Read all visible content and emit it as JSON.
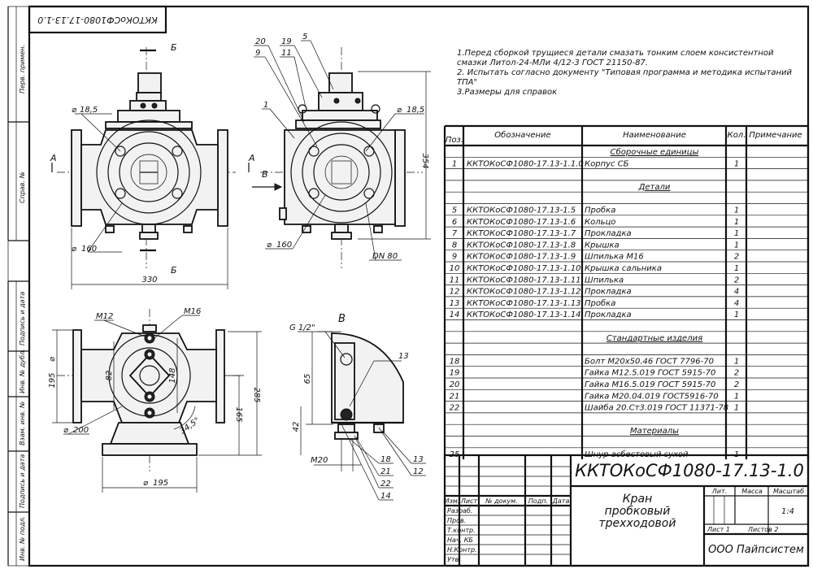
{
  "stamp_top": "ККТОКоСФ1080-17.13-1.0",
  "margin_labels": [
    "Перв. примен.",
    "Справ. №",
    "Подпись и дата",
    "Инв. № дубл.",
    "Взам. инв. №",
    "Подпись и дата",
    "Инв. № подл."
  ],
  "notes": [
    "1.Перед сборкой трущиеся детали смазать тонким слоем консистентной",
    "смазки Литол-24-МЛи 4/12-3 ГОСТ 21150-87.",
    "2. Испытать согласно документу \"Типовая программа и методика испытаний",
    "ТПА\"",
    "3.Размеры для справок"
  ],
  "table": {
    "headers": {
      "pos": "Поз.",
      "designation": "Обозначение",
      "name": "Наименование",
      "qty": "Кол.",
      "note": "Примечание"
    },
    "rows": [
      {
        "kind": "section",
        "name": "Сборочные единицы"
      },
      {
        "kind": "item",
        "pos": "1",
        "designation": "ККТОКоСФ1080-17.13-1.1.0",
        "name": "Корпус СБ",
        "qty": "1"
      },
      {
        "kind": "blank"
      },
      {
        "kind": "section",
        "name": "Детали"
      },
      {
        "kind": "blank"
      },
      {
        "kind": "item",
        "pos": "5",
        "designation": "ККТОКоСФ1080-17.13-1.5",
        "name": "Пробка",
        "qty": "1"
      },
      {
        "kind": "item",
        "pos": "6",
        "designation": "ККТОКоСФ1080-17.13-1.6",
        "name": "Кольцо",
        "qty": "1"
      },
      {
        "kind": "item",
        "pos": "7",
        "designation": "ККТОКоСФ1080-17.13-1.7",
        "name": "Прокладка",
        "qty": "1"
      },
      {
        "kind": "item",
        "pos": "8",
        "designation": "ККТОКоСФ1080-17.13-1.8",
        "name": "Крышка",
        "qty": "1"
      },
      {
        "kind": "item",
        "pos": "9",
        "designation": "ККТОКоСФ1080-17.13-1.9",
        "name": "Шпилька М16",
        "qty": "2"
      },
      {
        "kind": "item",
        "pos": "10",
        "designation": "ККТОКоСФ1080-17.13-1.10",
        "name": "Крышка сальника",
        "qty": "1"
      },
      {
        "kind": "item",
        "pos": "11",
        "designation": "ККТОКоСФ1080-17.13-1.11",
        "name": "Шпилька",
        "qty": "2"
      },
      {
        "kind": "item",
        "pos": "12",
        "designation": "ККТОКоСФ1080-17.13-1.12",
        "name": "Прокладка",
        "qty": "4"
      },
      {
        "kind": "item",
        "pos": "13",
        "designation": "ККТОКоСФ1080-17.13-1.13",
        "name": "Пробка",
        "qty": "4"
      },
      {
        "kind": "item",
        "pos": "14",
        "designation": "ККТОКоСФ1080-17.13-1.14",
        "name": "Прокладка",
        "qty": "1"
      },
      {
        "kind": "blank"
      },
      {
        "kind": "section",
        "name": "Стандартные изделия"
      },
      {
        "kind": "blank"
      },
      {
        "kind": "item",
        "pos": "18",
        "designation": "",
        "name": "Болт М20х50.46 ГОСТ 7796-70",
        "qty": "1"
      },
      {
        "kind": "item",
        "pos": "19",
        "designation": "",
        "name": "Гайка М12.5.019 ГОСТ 5915-70",
        "qty": "2"
      },
      {
        "kind": "item",
        "pos": "20",
        "designation": "",
        "name": "Гайка М16.5.019 ГОСТ 5915-70",
        "qty": "2"
      },
      {
        "kind": "item",
        "pos": "21",
        "designation": "",
        "name": "Гайка М20.04.019 ГОСТ5916-70",
        "qty": "1"
      },
      {
        "kind": "item",
        "pos": "22",
        "designation": "",
        "name": "Шайба 20.Ст3.019 ГОСТ 11371-78",
        "qty": "1"
      },
      {
        "kind": "blank"
      },
      {
        "kind": "section",
        "name": "Материалы"
      },
      {
        "kind": "blank"
      },
      {
        "kind": "item",
        "pos": "25",
        "designation": "",
        "name": "Шнур асбестовый сухой",
        "qty": "1"
      }
    ]
  },
  "title_block": {
    "code": "ККТОКоСФ1080-17.13-1.0",
    "title_lines": [
      "Кран",
      "пробковый",
      "трехходовой"
    ],
    "company": "ООО Пайпсистем",
    "scale": "1:4",
    "col_labels": [
      "Изм.",
      "Лист",
      "№ докум.",
      "Подп.",
      "Дата"
    ],
    "row_labels": [
      "Разраб.",
      "Пров.",
      "Т.контр.",
      "Нач. КБ",
      "Н.Контр.",
      "Утв."
    ],
    "lit_label": "Лит.",
    "mass_label": "Масса",
    "scale_label": "Масштаб",
    "sheet_label": "Лист 1",
    "sheets_label": "Листов 2"
  },
  "views": {
    "front": {
      "dims": {
        "d_bolt": "18,5",
        "d_circle": "160",
        "width": "330"
      },
      "section_labels": {
        "b_top": "Б",
        "b_bottom": "Б",
        "a_left": "А",
        "a_right": "А"
      }
    },
    "side": {
      "leaders": [
        "20",
        "9",
        "19",
        "11",
        "5",
        "1"
      ],
      "dims": {
        "d_bolt": "18,5",
        "d_circle": "160",
        "height": "354",
        "dn": "DN 80"
      },
      "arrow_label": "В"
    },
    "top": {
      "dims": {
        "m12": "М12",
        "m16": "М16",
        "d195": "195",
        "d200": "200",
        "d195b": "195",
        "h285": "285",
        "h165": "165",
        "dim82": "82",
        "dim148": "148",
        "angle": "34,5°"
      }
    },
    "detail": {
      "label": "В",
      "thread": "G 1/2\"",
      "dims": {
        "h65": "65",
        "h42": "42",
        "m20": "М20"
      },
      "leaders": [
        "13",
        "18",
        "21",
        "22",
        "14",
        "13",
        "12"
      ]
    }
  }
}
